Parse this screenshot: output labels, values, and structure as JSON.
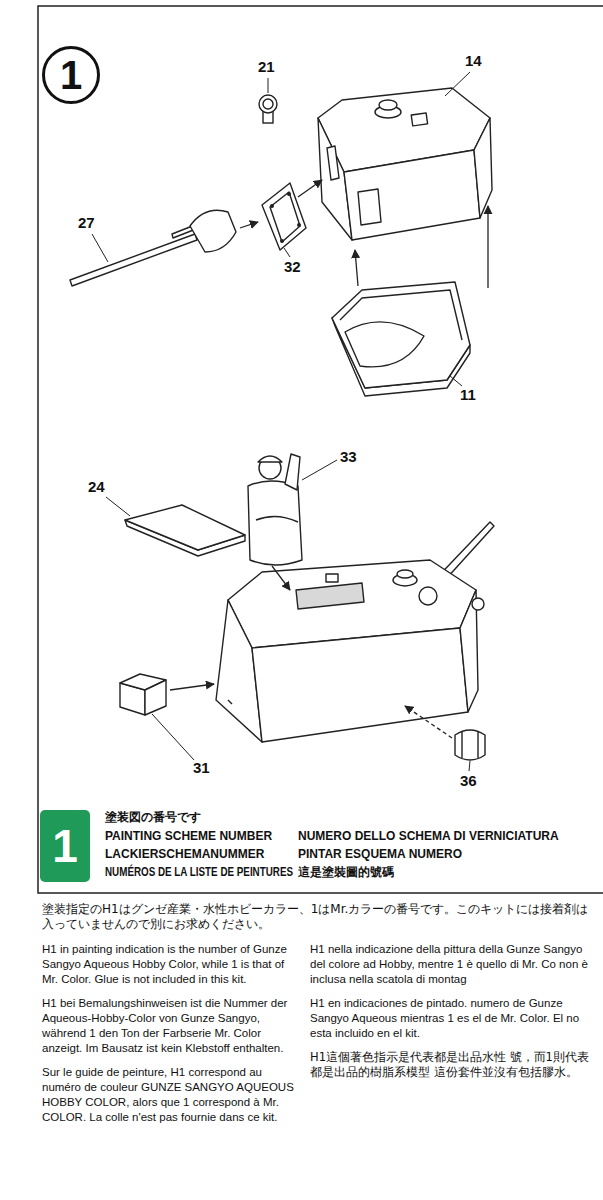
{
  "diagram": {
    "nodes": [
      {
        "text": [
          "1"
        ]
      },
      {
        "text": [
          "1"
        ]
      }
    ],
    "labels": [
      "21",
      "14",
      "27",
      "32",
      "11",
      "33",
      "24",
      "31",
      "36",
      "塗装図の番号です",
      "PAINTING SCHEME NUMBER",
      "LACKIERSCHEMANUMMER",
      "NUMÉROS DE LA LISTE DE PEINTURES",
      "NUMERO DELLO SCHEMA DI VERNICIATURA",
      "PINTAR ESQUEMA NUMERO",
      "這是塗裝圖的號碼",
      "塗装指定のH1はグンゼ産業・水性ホビーカラー、1はMr.カラーの番号です。このキットには接着剤は入っていませんので別にお求めください。",
      "H1 in painting indication is the number of Gunze Sangyo Aqueous Hobby Color, while 1 is that of Mr. Color. Glue is not included in this kit.",
      "H1 nella indicazione della pittura della Gunze Sangyo del colore ad Hobby, mentre 1 è quello di Mr. Co non è inclusa nella scatola di montag",
      "H1 bei Bemalungshinweisen ist die Nummer der Aqueous-Hobby-Color von Gunze Sangyo, während 1 den Ton der Farbserie Mr. Color anzeigt. Im Bausatz ist kein Klebstoff enthalten.",
      "H1 en indicaciones de pintado. numero de Gunze Sangyo Aqueous mientras 1 es el de Mr. Color. El no esta incluido en el kit.",
      "Sur le guide de peinture, H1 correspond au numéro de couleur GUNZE SANGYO AQUEOUS HOBBY COLOR, alors que 1 correspond à Mr. COLOR. La colle n'est pas fournie dans ce kit.",
      "H1這個著色指示是代表都是出品水性 號，而1則代表都是出品的樹脂系模型 這份套件並沒有包括膠水。"
    ]
  }
}
